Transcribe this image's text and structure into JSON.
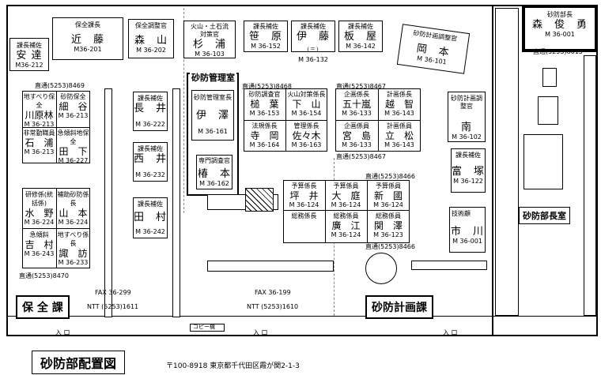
{
  "title": "砂防部配置図",
  "address": "〒100-8918  東京都千代田区霞が関2-1-3",
  "rooms": {
    "hozen": "保 全 課",
    "keikaku": "砂防計画課",
    "kanri": "砂防管理室",
    "buchou": "砂防部長室"
  },
  "entrance": {
    "left": "入 口",
    "mid": "入 口",
    "right": "入 口"
  },
  "copier": "コピー機",
  "phones": {
    "p8469": "直通(5253)8469",
    "p8470": "直通(5253)8470",
    "p8468": "直通(5253)8468",
    "p8467a": "直通(5253)8467",
    "p8467b": "直通(5253)8467",
    "p8466a": "直通(5253)8466",
    "p8466b": "直通(5253)8466",
    "p8015": "直通(5253)8015"
  },
  "fax": {
    "fax_left": "FAX 36-299",
    "ntt_left": "NTT (5253)1611",
    "fax_mid": "FAX 36-199",
    "ntt_mid": "NTT (5253)1610"
  },
  "desks": {
    "anzai": {
      "title": "課長補佐",
      "name": "安 達",
      "phone": "M36-212"
    },
    "kondo": {
      "title": "保全課長",
      "name": "近　藤",
      "phone": "M36-201"
    },
    "moriyama": {
      "title": "保全調整官",
      "name": "森　山",
      "phone": "M 36-202"
    },
    "sugiura": {
      "title": "火山・土石流",
      "title2": "対策官",
      "name": "杉　浦",
      "phone": "M 36-103"
    },
    "sasahara": {
      "title": "課長補佐",
      "name": "笹　原",
      "phone": "M 36-152"
    },
    "ito": {
      "title": "課長補佐",
      "name": "伊　藤",
      "name_sub": "(三)",
      "phone": "M 36-132"
    },
    "itaya": {
      "title": "課長補佐",
      "name": "板　屋",
      "phone": "M 36-142"
    },
    "okamoto": {
      "title": "砂防計画調整官",
      "name": "岡　本",
      "phone": "M 36-101"
    },
    "mori": {
      "title": "砂防部長",
      "name": "森　俊　勇",
      "phone": "M 36-001"
    },
    "nagai": {
      "title": "課長補佐",
      "name": "長　井",
      "phone": "M 36-222"
    },
    "nishii": {
      "title": "課長補佐",
      "name": "西　井",
      "phone": "M 36-232"
    },
    "tamura": {
      "title": "課長補佐",
      "name": "田　村",
      "phone": "M 36-242"
    },
    "izawa": {
      "title": "砂防管理室長",
      "name": "伊　澤",
      "phone": "M 36-161"
    },
    "tsubaki": {
      "title": "専門調査官",
      "name": "椿　本",
      "phone": "M 36-162"
    },
    "minami": {
      "title": "砂防計画調整官",
      "name": "南",
      "phone": "M 36-102"
    },
    "tomizuka": {
      "title": "課長補佐",
      "name": "富　塚",
      "phone": "M 36-122"
    },
    "ichikawa": {
      "title": "技術顧",
      "name": "市　川",
      "phone": "M 36-001"
    }
  },
  "grids": {
    "hozen_top": [
      {
        "title": "地すべり保全",
        "name": "川原林",
        "phone": "M 36-213"
      },
      {
        "title": "砂防保全",
        "name": "細　谷",
        "phone": "M 36-213"
      },
      {
        "title": "非常勤職員",
        "name": "石　浦",
        "phone": "M 36-213"
      },
      {
        "title": "急傾斜地保全",
        "name": "田　下",
        "phone": "M 36-227"
      }
    ],
    "hozen_bot": [
      {
        "title": "研修係(統括係)",
        "name": "水　野",
        "phone": "M 36-224"
      },
      {
        "title": "補助砂防係長",
        "name": "山　本",
        "phone": "M 36-224"
      },
      {
        "title": "急傾斜",
        "name": "吉　村",
        "phone": "M 36-243"
      },
      {
        "title": "地すべり係長",
        "name": "諏　訪",
        "phone": "M 36-233"
      }
    ],
    "kanri": [
      {
        "title": "砂防調査官",
        "name": "槌　葉",
        "phone": "M 36-153"
      },
      {
        "title": "火山対策係長",
        "name": "下　山",
        "phone": "M 36-154"
      },
      {
        "title": "法規係長",
        "name": "寺　岡",
        "phone": "M 36-164"
      },
      {
        "title": "管理係長",
        "name": "佐々木",
        "phone": "M 36-163"
      }
    ],
    "kikaku": [
      {
        "title": "企画係長",
        "name": "五十嵐",
        "phone": "M 36-133"
      },
      {
        "title": "計画係長",
        "name": "越　智",
        "phone": "M 36-143"
      },
      {
        "title": "企画係員",
        "name": "宮　島",
        "phone": "M 36-133"
      },
      {
        "title": "計画係員",
        "name": "立　松",
        "phone": "M 36-143"
      }
    ],
    "yosan": [
      {
        "title": "予算係長",
        "name": "坪　井",
        "phone": "M 36-124"
      },
      {
        "title": "予算係員",
        "name": "大　庭",
        "phone": "M 36-124"
      },
      {
        "title": "予算係員",
        "name": "新　國",
        "phone": "M 36-124"
      },
      {
        "title": "総務係長",
        "name": "",
        "phone": ""
      },
      {
        "title": "総務係員",
        "name": "廣　江",
        "phone": "M 36-124"
      },
      {
        "title": "総務係員",
        "name": "関　澤",
        "phone": "M 36-123"
      }
    ]
  }
}
